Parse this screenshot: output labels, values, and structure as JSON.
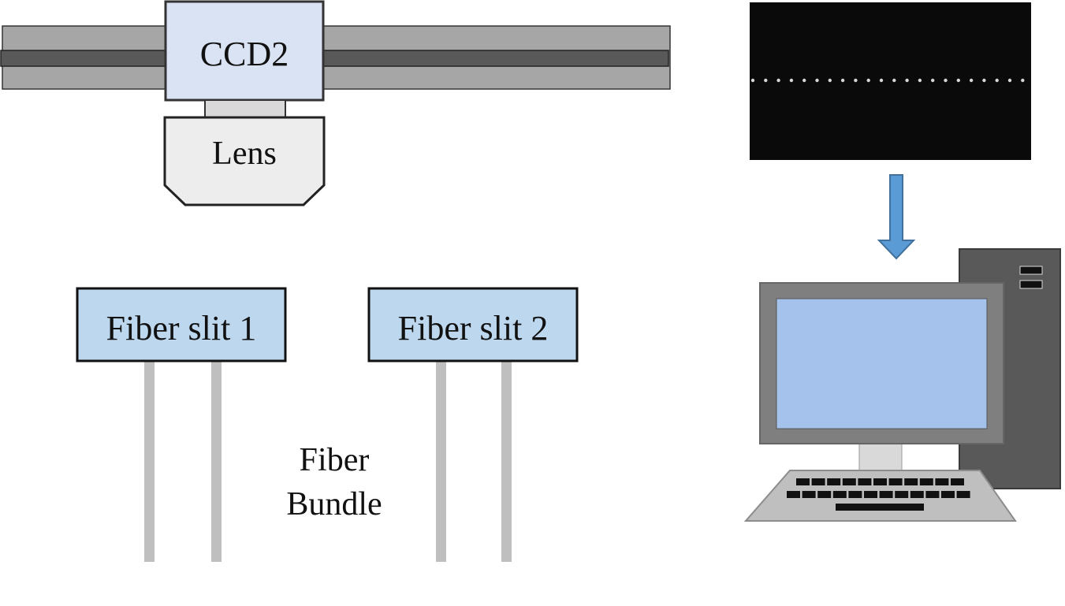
{
  "labels": {
    "camera": "CCD2",
    "lens": "Lens",
    "slit1": "Fiber slit 1",
    "slit2": "Fiber slit 2",
    "bundle_line1": "Fiber",
    "bundle_line2": "Bundle"
  },
  "colors": {
    "rail_outer": "#a6a6a6",
    "rail_inner": "#595959",
    "camera_fill": "#dae3f3",
    "lens_fill": "#ededed",
    "slit_fill": "#bdd7ee",
    "fiber": "#bfbfbf",
    "arrow": "#5b9bd5",
    "monitor_bezel": "#7f7f7f",
    "monitor_screen": "#a4c2ec",
    "tower": "#595959",
    "keyboard": "#bfbfbf",
    "ccd_image_bg": "#0a0a0a"
  },
  "icons": {
    "arrow": "arrow-down-icon",
    "computer": "desktop-computer-icon"
  }
}
